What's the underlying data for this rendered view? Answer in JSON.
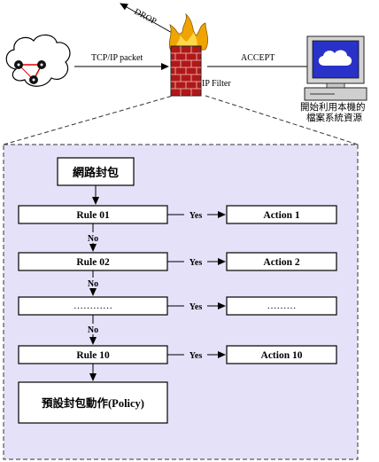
{
  "top": {
    "drop_label": "DROP",
    "tcpip_label": "TCP/IP packet",
    "accept_label": "ACCEPT",
    "ipfilter_label": "IP Filter",
    "computer_caption_line1": "開始利用本機的",
    "computer_caption_line2": "檔案系統資源"
  },
  "flow": {
    "start_label": "網路封包",
    "yes_label": "Yes",
    "no_label": "No",
    "rules": [
      {
        "rule": "Rule 01",
        "action": "Action 1"
      },
      {
        "rule": "Rule 02",
        "action": "Action 2"
      },
      {
        "rule": "…………",
        "action": "………"
      },
      {
        "rule": "Rule 10",
        "action": "Action 10"
      }
    ],
    "policy_label": "預設封包動作(Policy)"
  },
  "colors": {
    "panel_bg": "#e5e1f8",
    "fire": "#f0a400",
    "brick": "#b01818",
    "screen": "#2832c8"
  }
}
